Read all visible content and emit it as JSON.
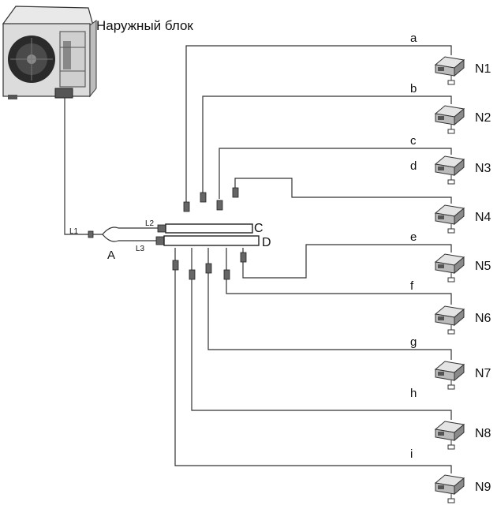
{
  "title": "Наружный блок",
  "pipe_labels": {
    "L1": "L1",
    "L2": "L2",
    "L3": "L3",
    "A": "A",
    "C": "C",
    "D": "D"
  },
  "branches": [
    {
      "line": "a",
      "unit": "N1"
    },
    {
      "line": "b",
      "unit": "N2"
    },
    {
      "line": "c",
      "unit": "N3"
    },
    {
      "line": "d",
      "unit": "N4"
    },
    {
      "line": "e",
      "unit": "N5"
    },
    {
      "line": "f",
      "unit": "N6"
    },
    {
      "line": "g",
      "unit": "N7"
    },
    {
      "line": "h",
      "unit": "N8"
    },
    {
      "line": "i",
      "unit": "N9"
    }
  ]
}
